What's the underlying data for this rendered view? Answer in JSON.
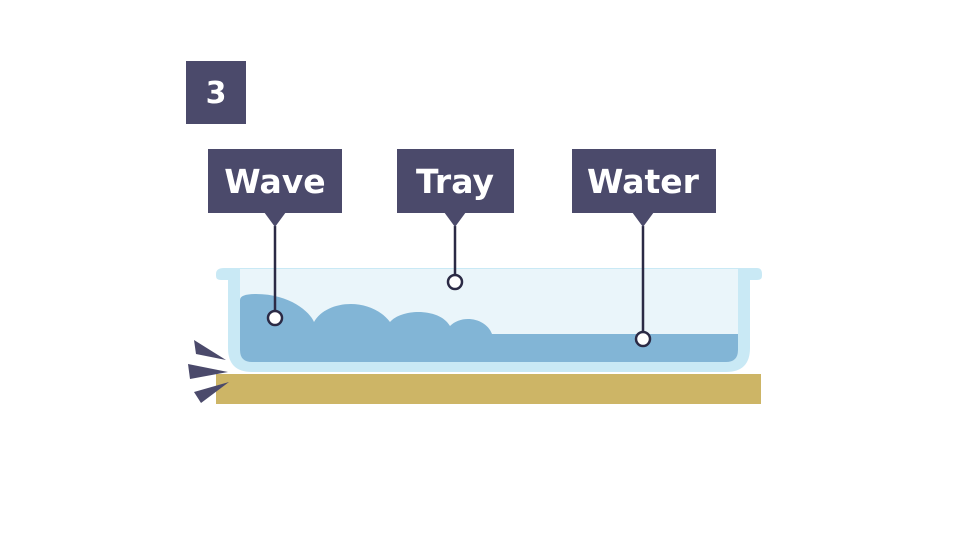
{
  "step": "3",
  "labels": {
    "wave": "Wave",
    "tray": "Tray",
    "water": "Water"
  },
  "colors": {
    "label_box": "#4b4a6b",
    "tray_glass": "#c9e9f5",
    "tray_inside": "#eaf5fa",
    "water": "#82b5d6",
    "table": "#cdb566",
    "leader_line": "#2b2a45",
    "impact_marks": "#4b4a6b"
  }
}
